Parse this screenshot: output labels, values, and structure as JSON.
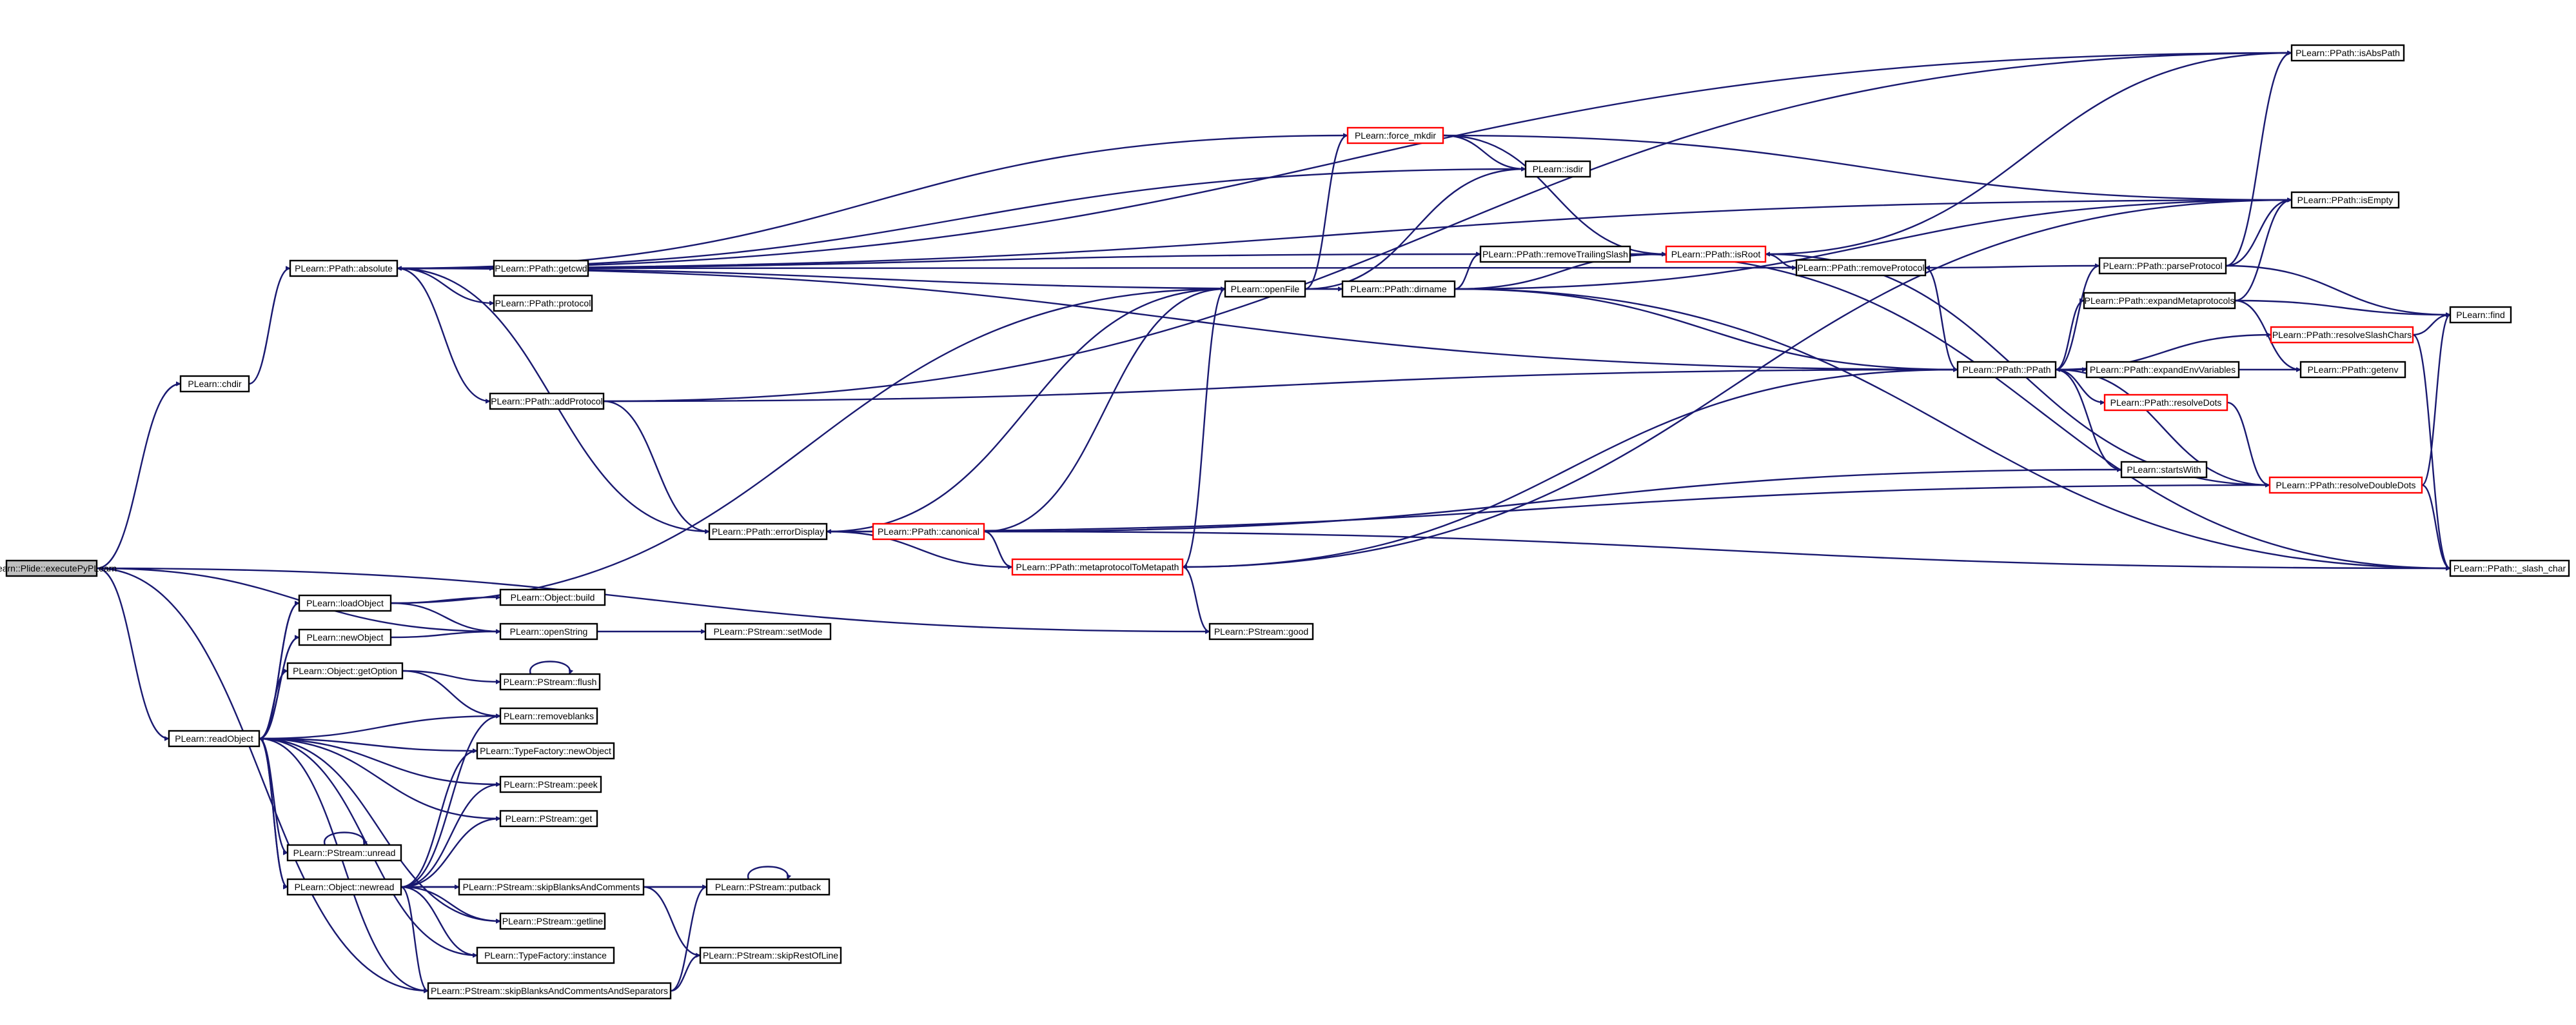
{
  "nodes": [
    {
      "id": "executePyPLearn",
      "label": "PLearn::Plide::executePyPLearn",
      "style": "root"
    },
    {
      "id": "chdir",
      "label": "PLearn::chdir",
      "style": "normal"
    },
    {
      "id": "absolute",
      "label": "PLearn::PPath::absolute",
      "style": "normal"
    },
    {
      "id": "getcwd",
      "label": "PLearn::PPath::getcwd",
      "style": "normal"
    },
    {
      "id": "protocol",
      "label": "PLearn::PPath::protocol",
      "style": "normal"
    },
    {
      "id": "addProtocol",
      "label": "PLearn::PPath::addProtocol",
      "style": "normal"
    },
    {
      "id": "errorDisplay",
      "label": "PLearn::PPath::errorDisplay",
      "style": "normal"
    },
    {
      "id": "canonical",
      "label": "PLearn::PPath::canonical",
      "style": "truncated"
    },
    {
      "id": "metaprotocolToMetapath",
      "label": "PLearn::PPath::metaprotocolToMetapath",
      "style": "truncated"
    },
    {
      "id": "good",
      "label": "PLearn::PStream::good",
      "style": "normal"
    },
    {
      "id": "openFile",
      "label": "PLearn::openFile",
      "style": "normal"
    },
    {
      "id": "force_mkdir",
      "label": "PLearn::force_mkdir",
      "style": "truncated"
    },
    {
      "id": "isdir",
      "label": "PLearn::isdir",
      "style": "normal"
    },
    {
      "id": "dirname",
      "label": "PLearn::PPath::dirname",
      "style": "normal"
    },
    {
      "id": "removeTrailingSlash",
      "label": "PLearn::PPath::removeTrailingSlash",
      "style": "normal"
    },
    {
      "id": "isRoot",
      "label": "PLearn::PPath::isRoot",
      "style": "truncated"
    },
    {
      "id": "removeProtocol",
      "label": "PLearn::PPath::removeProtocol",
      "style": "normal"
    },
    {
      "id": "PPath",
      "label": "PLearn::PPath::PPath",
      "style": "normal"
    },
    {
      "id": "parseProtocol",
      "label": "PLearn::PPath::parseProtocol",
      "style": "normal"
    },
    {
      "id": "expandMetaprotocols",
      "label": "PLearn::PPath::expandMetaprotocols",
      "style": "normal"
    },
    {
      "id": "resolveSlashChars",
      "label": "PLearn::PPath::resolveSlashChars",
      "style": "truncated"
    },
    {
      "id": "expandEnvVariables",
      "label": "PLearn::PPath::expandEnvVariables",
      "style": "normal"
    },
    {
      "id": "resolveDots",
      "label": "PLearn::PPath::resolveDots",
      "style": "truncated"
    },
    {
      "id": "startsWith",
      "label": "PLearn::startsWith",
      "style": "normal"
    },
    {
      "id": "resolveDoubleDots",
      "label": "PLearn::PPath::resolveDoubleDots",
      "style": "truncated"
    },
    {
      "id": "isAbsPath",
      "label": "PLearn::PPath::isAbsPath",
      "style": "normal"
    },
    {
      "id": "isEmpty",
      "label": "PLearn::PPath::isEmpty",
      "style": "normal"
    },
    {
      "id": "find",
      "label": "PLearn::find",
      "style": "normal"
    },
    {
      "id": "getenv",
      "label": "PLearn::PPath::getenv",
      "style": "normal"
    },
    {
      "id": "slash_char",
      "label": "PLearn::PPath::_slash_char",
      "style": "normal"
    },
    {
      "id": "readObject",
      "label": "PLearn::readObject",
      "style": "normal"
    },
    {
      "id": "loadObject",
      "label": "PLearn::loadObject",
      "style": "normal"
    },
    {
      "id": "newObject",
      "label": "PLearn::newObject",
      "style": "normal"
    },
    {
      "id": "getOption",
      "label": "PLearn::Object::getOption",
      "style": "normal"
    },
    {
      "id": "unread",
      "label": "PLearn::PStream::unread",
      "style": "normal"
    },
    {
      "id": "newread",
      "label": "PLearn::Object::newread",
      "style": "normal"
    },
    {
      "id": "build",
      "label": "PLearn::Object::build",
      "style": "normal"
    },
    {
      "id": "openString",
      "label": "PLearn::openString",
      "style": "normal"
    },
    {
      "id": "setMode",
      "label": "PLearn::PStream::setMode",
      "style": "normal"
    },
    {
      "id": "flush",
      "label": "PLearn::PStream::flush",
      "style": "normal"
    },
    {
      "id": "removeblanks",
      "label": "PLearn::removeblanks",
      "style": "normal"
    },
    {
      "id": "tf_newObject",
      "label": "PLearn::TypeFactory::newObject",
      "style": "normal"
    },
    {
      "id": "peek",
      "label": "PLearn::PStream::peek",
      "style": "normal"
    },
    {
      "id": "get",
      "label": "PLearn::PStream::get",
      "style": "normal"
    },
    {
      "id": "skipBlanksAndComments",
      "label": "PLearn::PStream::skipBlanksAndComments",
      "style": "normal"
    },
    {
      "id": "putback",
      "label": "PLearn::PStream::putback",
      "style": "normal"
    },
    {
      "id": "getline",
      "label": "PLearn::PStream::getline",
      "style": "normal"
    },
    {
      "id": "instance",
      "label": "PLearn::TypeFactory::instance",
      "style": "normal"
    },
    {
      "id": "skipBlanksAndCommentsAndSeparators",
      "label": "PLearn::PStream::skipBlanksAndCommentsAndSeparators",
      "style": "normal"
    },
    {
      "id": "skipRestOfLine",
      "label": "PLearn::PStream::skipRestOfLine",
      "style": "normal"
    }
  ],
  "edges": [
    [
      "executePyPLearn",
      "chdir"
    ],
    [
      "executePyPLearn",
      "readObject"
    ],
    [
      "executePyPLearn",
      "openString"
    ],
    [
      "executePyPLearn",
      "good"
    ],
    [
      "executePyPLearn",
      "skipBlanksAndCommentsAndSeparators"
    ],
    [
      "chdir",
      "absolute"
    ],
    [
      "absolute",
      "getcwd"
    ],
    [
      "absolute",
      "protocol"
    ],
    [
      "absolute",
      "addProtocol"
    ],
    [
      "absolute",
      "isEmpty"
    ],
    [
      "absolute",
      "isAbsPath"
    ],
    [
      "absolute",
      "removeTrailingSlash"
    ],
    [
      "absolute",
      "errorDisplay"
    ],
    [
      "absolute",
      "PPath"
    ],
    [
      "addProtocol",
      "isAbsPath"
    ],
    [
      "addProtocol",
      "PPath"
    ],
    [
      "addProtocol",
      "errorDisplay"
    ],
    [
      "errorDisplay",
      "openFile"
    ],
    [
      "canonical",
      "errorDisplay"
    ],
    [
      "canonical",
      "metaprotocolToMetapath"
    ],
    [
      "canonical",
      "startsWith"
    ],
    [
      "canonical",
      "slash_char"
    ],
    [
      "canonical",
      "openFile"
    ],
    [
      "metaprotocolToMetapath",
      "errorDisplay"
    ],
    [
      "metaprotocolToMetapath",
      "good"
    ],
    [
      "metaprotocolToMetapath",
      "openFile"
    ],
    [
      "metaprotocolToMetapath",
      "isEmpty"
    ],
    [
      "openFile",
      "force_mkdir"
    ],
    [
      "openFile",
      "isdir"
    ],
    [
      "openFile",
      "dirname"
    ],
    [
      "force_mkdir",
      "isdir"
    ],
    [
      "force_mkdir",
      "isRoot"
    ],
    [
      "force_mkdir",
      "absolute"
    ],
    [
      "force_mkdir",
      "isEmpty"
    ],
    [
      "isdir",
      "absolute"
    ],
    [
      "dirname",
      "removeTrailingSlash"
    ],
    [
      "dirname",
      "isRoot"
    ],
    [
      "dirname",
      "PPath"
    ],
    [
      "dirname",
      "slash_char"
    ],
    [
      "dirname",
      "isEmpty"
    ],
    [
      "dirname",
      "absolute"
    ],
    [
      "removeTrailingSlash",
      "isRoot"
    ],
    [
      "removeTrailingSlash",
      "slash_char"
    ],
    [
      "isRoot",
      "removeProtocol"
    ],
    [
      "isRoot",
      "isAbsPath"
    ],
    [
      "removeProtocol",
      "PPath"
    ],
    [
      "removeProtocol",
      "absolute"
    ],
    [
      "PPath",
      "parseProtocol"
    ],
    [
      "PPath",
      "expandMetaprotocols"
    ],
    [
      "PPath",
      "resolveSlashChars"
    ],
    [
      "PPath",
      "expandEnvVariables"
    ],
    [
      "PPath",
      "resolveDots"
    ],
    [
      "PPath",
      "startsWith"
    ],
    [
      "PPath",
      "metaprotocolToMetapath"
    ],
    [
      "parseProtocol",
      "removeProtocol"
    ],
    [
      "parseProtocol",
      "isAbsPath"
    ],
    [
      "parseProtocol",
      "isEmpty"
    ],
    [
      "parseProtocol",
      "find"
    ],
    [
      "expandMetaprotocols",
      "find"
    ],
    [
      "expandMetaprotocols",
      "getenv"
    ],
    [
      "expandMetaprotocols",
      "isEmpty"
    ],
    [
      "resolveSlashChars",
      "find"
    ],
    [
      "resolveSlashChars",
      "slash_char"
    ],
    [
      "expandEnvVariables",
      "getenv"
    ],
    [
      "resolveDots",
      "resolveDoubleDots"
    ],
    [
      "resolveDoubleDots",
      "find"
    ],
    [
      "resolveDoubleDots",
      "slash_char"
    ],
    [
      "resolveDoubleDots",
      "isRoot"
    ],
    [
      "resolveDoubleDots",
      "PPath"
    ],
    [
      "resolveDoubleDots",
      "errorDisplay"
    ],
    [
      "readObject",
      "loadObject"
    ],
    [
      "readObject",
      "newObject"
    ],
    [
      "readObject",
      "getOption"
    ],
    [
      "readObject",
      "removeblanks"
    ],
    [
      "readObject",
      "tf_newObject"
    ],
    [
      "readObject",
      "peek"
    ],
    [
      "readObject",
      "get"
    ],
    [
      "readObject",
      "unread"
    ],
    [
      "readObject",
      "newread"
    ],
    [
      "readObject",
      "getline"
    ],
    [
      "readObject",
      "instance"
    ],
    [
      "readObject",
      "skipBlanksAndCommentsAndSeparators"
    ],
    [
      "loadObject",
      "build"
    ],
    [
      "loadObject",
      "openString"
    ],
    [
      "loadObject",
      "openFile"
    ],
    [
      "loadObject",
      "readObject"
    ],
    [
      "newObject",
      "openString"
    ],
    [
      "newObject",
      "readObject"
    ],
    [
      "getOption",
      "flush"
    ],
    [
      "getOption",
      "removeblanks"
    ],
    [
      "getOption",
      "readObject"
    ],
    [
      "openString",
      "setMode"
    ],
    [
      "flush",
      "flush"
    ],
    [
      "unread",
      "unread"
    ],
    [
      "newread",
      "removeblanks"
    ],
    [
      "newread",
      "tf_newObject"
    ],
    [
      "newread",
      "peek"
    ],
    [
      "newread",
      "get"
    ],
    [
      "newread",
      "skipBlanksAndComments"
    ],
    [
      "newread",
      "putback"
    ],
    [
      "newread",
      "getline"
    ],
    [
      "newread",
      "instance"
    ],
    [
      "newread",
      "skipBlanksAndCommentsAndSeparators"
    ],
    [
      "newread",
      "readObject"
    ],
    [
      "skipBlanksAndComments",
      "putback"
    ],
    [
      "skipBlanksAndComments",
      "skipRestOfLine"
    ],
    [
      "putback",
      "putback"
    ],
    [
      "skipBlanksAndCommentsAndSeparators",
      "putback"
    ],
    [
      "skipBlanksAndCommentsAndSeparators",
      "skipRestOfLine"
    ]
  ]
}
